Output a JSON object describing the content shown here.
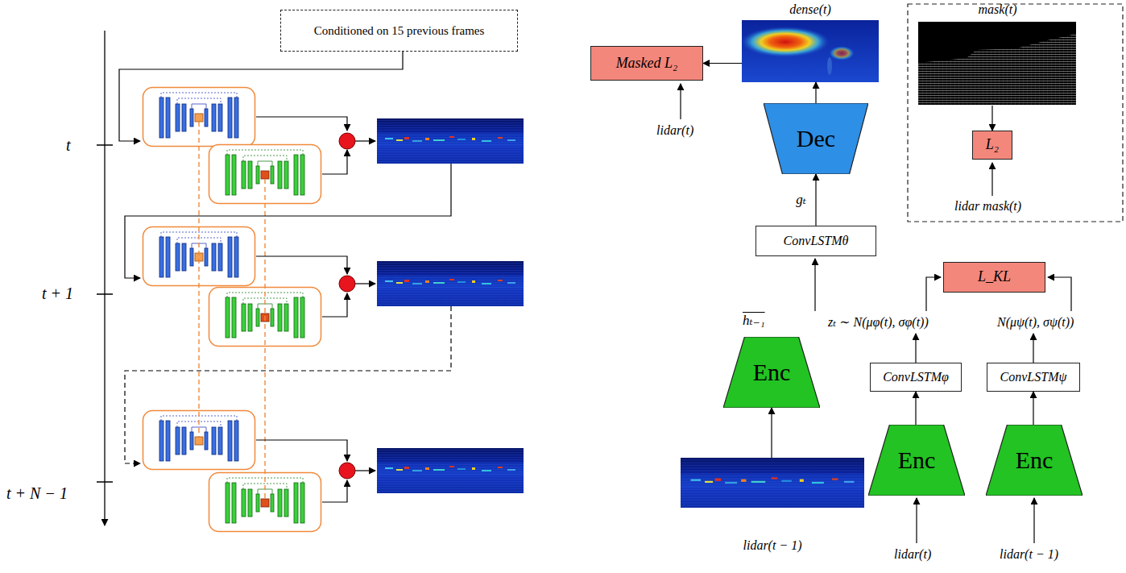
{
  "diagram": {
    "nodes": [
      {
        "text": [
          "Conditioned on 15 previous frames"
        ]
      },
      {
        "text": [
          "Masked L₂"
        ]
      },
      {
        "text": [
          "dense(t)"
        ]
      },
      {
        "text": [
          "mask(t)"
        ]
      },
      {
        "text": [
          "L₂"
        ]
      },
      {
        "text": [
          "Dec"
        ]
      },
      {
        "text": [
          "ConvLSTMθ"
        ]
      },
      {
        "text": [
          "L_KL"
        ]
      },
      {
        "text": [
          "ConvLSTMφ"
        ]
      },
      {
        "text": [
          "ConvLSTMψ"
        ]
      },
      {
        "text": [
          "Enc"
        ]
      },
      {
        "text": [
          "lidar(t − 1)"
        ]
      },
      {
        "text": [
          "Enc"
        ]
      },
      {
        "text": [
          "Enc"
        ]
      }
    ],
    "edges": [
      {
        "from": 5,
        "to": 2,
        "arrow": "to"
      },
      {
        "from": 6,
        "to": 5,
        "arrow": "to",
        "label": "gₜ"
      },
      {
        "from": 2,
        "to": 1,
        "arrow": "to"
      },
      {
        "from": 3,
        "to": 4,
        "arrow": "to"
      },
      {
        "from": 11,
        "to": 10,
        "arrow": "to"
      },
      {
        "from": 12,
        "to": 8,
        "arrow": "to"
      },
      {
        "from": 13,
        "to": 9,
        "arrow": "to"
      }
    ],
    "labels": [
      "t",
      "t + 1",
      "t + N − 1",
      "lidar(t)",
      "lidar mask(t)",
      "hₜ₋₁",
      "zₜ ∼ N(μφ(t), σφ(t))",
      "N(μψ(t), σψ(t))",
      "lidar(t)",
      "lidar(t − 1)"
    ]
  }
}
